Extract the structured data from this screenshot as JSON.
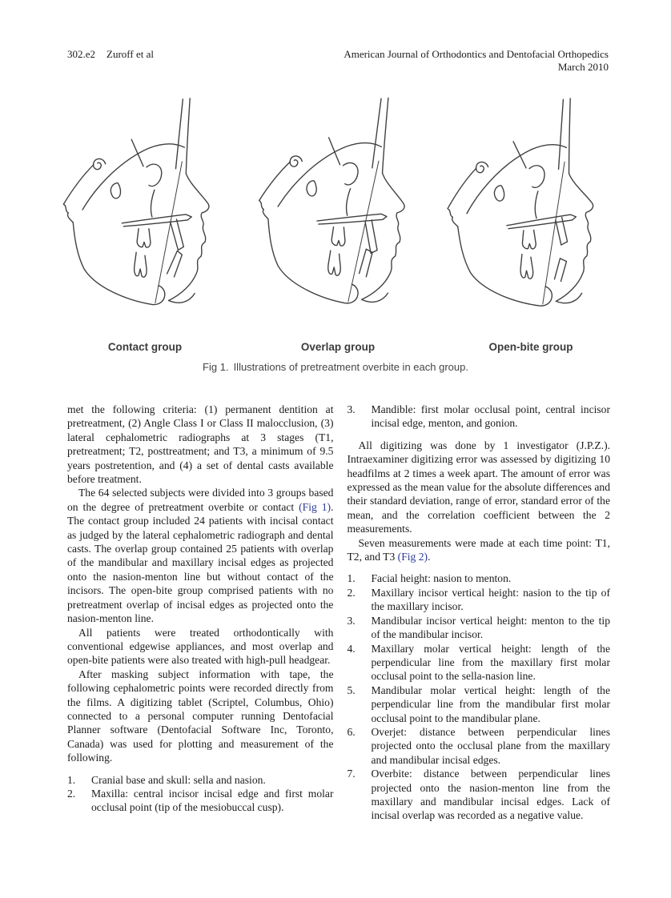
{
  "page": {
    "header": {
      "page_number": "302.e2",
      "authors": "Zuroff et al",
      "journal_line1": "American Journal of Orthodontics and Dentofacial Orthopedics",
      "journal_line2": "March 2010"
    },
    "figure": {
      "groups": [
        {
          "label": "Contact group"
        },
        {
          "label": "Overlap group"
        },
        {
          "label": "Open-bite group"
        }
      ],
      "caption_prefix": "Fig 1.",
      "caption_text": "Illustrations of pretreatment overbite in each group."
    },
    "left_column": {
      "para1": "met the following criteria: (1) permanent dentition at pretreatment, (2) Angle Class I or Class II malocclusion, (3) lateral cephalometric radiographs at 3 stages (T1, pretreatment; T2, posttreatment; and T3, a minimum of 9.5 years postretention, and (4) a set of dental casts available before treatment.",
      "para2_before_link": "The 64 selected subjects were divided into 3 groups based on the degree of pretreatment overbite or contact ",
      "para2_link": "(Fig 1)",
      "para2_after_link": ". The contact group included 24 patients with incisal contact as judged by the lateral cephalometric radiograph and dental casts. The overlap group contained 25 patients with overlap of the mandibular and maxillary incisal edges as projected onto the nasion-menton line but without contact of the incisors. The open-bite group comprised patients with no pretreatment overlap of incisal edges as projected onto the nasion-menton line.",
      "para3": "All patients were treated orthodontically with conventional edgewise appliances, and most overlap and open-bite patients were also treated with high-pull headgear.",
      "para4": "After masking subject information with tape, the following cephalometric points were recorded directly from the films. A digitizing tablet (Scriptel, Columbus, Ohio) connected to a personal computer running Dentofacial Planner software (Dentofacial Software Inc, Toronto, Canada) was used for plotting and measurement of the following.",
      "list": [
        {
          "num": "1.",
          "text": "Cranial base and skull: sella and nasion."
        },
        {
          "num": "2.",
          "text": "Maxilla: central incisor incisal edge and first molar occlusal point (tip of the mesiobuccal cusp)."
        }
      ]
    },
    "right_column": {
      "list_continued": {
        "num": "3.",
        "text": "Mandible: first molar occlusal point, central incisor incisal edge, menton, and gonion."
      },
      "para1": "All digitizing was done by 1 investigator (J.P.Z.). Intraexaminer digitizing error was assessed by digitizing 10 headfilms at 2 times a week apart. The amount of error was expressed as the mean value for the absolute differences and their standard deviation, range of error, standard error of the mean, and the correlation coefficient between the 2 measurements.",
      "para2_before_link": "Seven measurements were made at each time point: T1, T2, and T3 ",
      "para2_link": "(Fig 2)",
      "para2_after_link": ".",
      "list": [
        {
          "num": "1.",
          "text": "Facial height: nasion to menton."
        },
        {
          "num": "2.",
          "text": "Maxillary incisor vertical height: nasion to the tip of the maxillary incisor."
        },
        {
          "num": "3.",
          "text": "Mandibular incisor vertical height: menton to the tip of the mandibular incisor."
        },
        {
          "num": "4.",
          "text": "Maxillary molar vertical height: length of the perpendicular line from the maxillary first molar occlusal point to the sella-nasion line."
        },
        {
          "num": "5.",
          "text": "Mandibular molar vertical height: length of the perpendicular line from the mandibular first molar occlusal point to the mandibular plane."
        },
        {
          "num": "6.",
          "text": "Overjet: distance between perpendicular lines projected onto the occlusal plane from the maxillary and mandibular incisal edges."
        },
        {
          "num": "7.",
          "text": "Overbite: distance between perpendicular lines projected onto the nasion-menton line from the maxillary and mandibular incisal edges. Lack of incisal overlap was recorded as a negative value."
        }
      ]
    },
    "colors": {
      "link_blue": "#2b3a94",
      "body_text": "#1b1b1b"
    }
  }
}
